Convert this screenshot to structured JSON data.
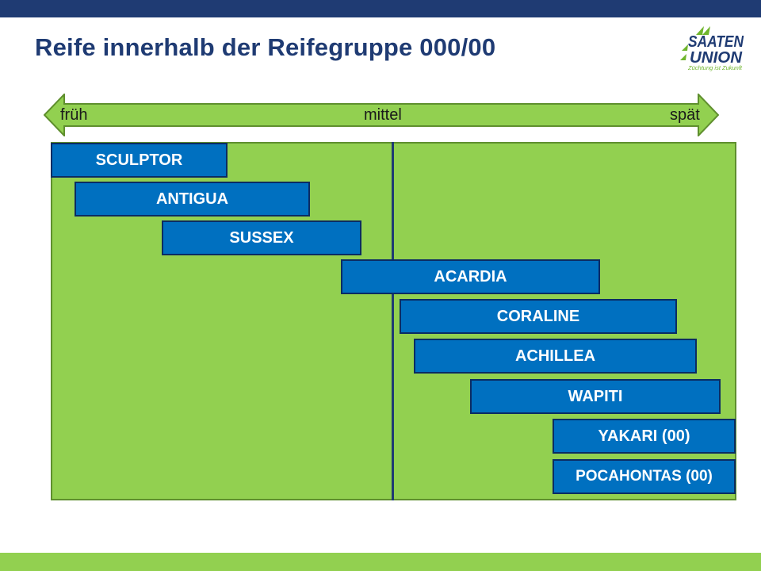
{
  "slide": {
    "title": "Reife innerhalb der Reifegruppe 000/00"
  },
  "logo": {
    "line1": "SAATEN",
    "line2": "UNION",
    "tagline": "Züchtung ist Zukunft"
  },
  "scale": {
    "early": "früh",
    "middle": "mittel",
    "late": "spät"
  },
  "varieties": [
    {
      "name": "SCULPTOR"
    },
    {
      "name": "ANTIGUA"
    },
    {
      "name": "SUSSEX"
    },
    {
      "name": "ACARDIA"
    },
    {
      "name": "CORALINE"
    },
    {
      "name": "ACHILLEA"
    },
    {
      "name": "WAPITI"
    },
    {
      "name": "YAKARI (00)"
    },
    {
      "name": "POCAHONTAS (00)"
    }
  ],
  "colors": {
    "navy": "#1f3b73",
    "title": "#1f3b73",
    "green": "#92d050",
    "bar_blue": "#0070c0",
    "logo_green": "#6fb52c"
  }
}
